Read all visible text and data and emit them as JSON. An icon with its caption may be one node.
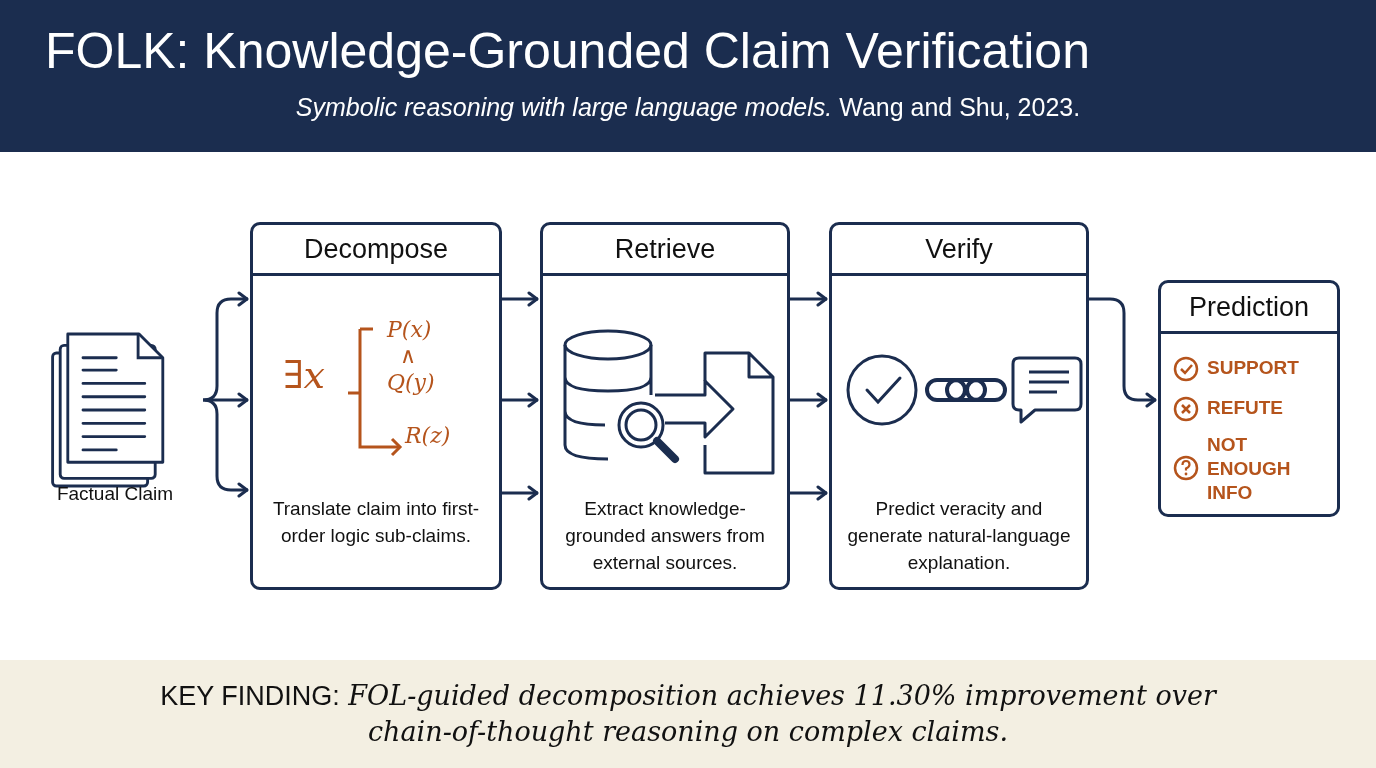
{
  "diagram": {
    "title": "FOLK: Knowledge-Grounded Claim Verification",
    "nodes": [
      {
        "text": [
          "Factual Claim"
        ]
      },
      {
        "text": [
          "Decompose",
          "∃x",
          "P(x)",
          "∧",
          "Q(y)",
          "R(z)",
          "Translate claim into first-order logic sub-claims."
        ]
      },
      {
        "text": [
          "Retrieve",
          "Extract knowledge-grounded answers from external sources."
        ]
      },
      {
        "text": [
          "Verify",
          "Predict veracity and generate natural-language explanation."
        ]
      },
      {
        "text": [
          "Prediction",
          "SUPPORT",
          "REFUTE",
          "NOT ENOUGH INFO"
        ]
      }
    ],
    "edges": [
      {
        "from": 0,
        "to": 1,
        "arrow": "to"
      },
      {
        "from": 0,
        "to": 1,
        "arrow": "to"
      },
      {
        "from": 0,
        "to": 1,
        "arrow": "to"
      },
      {
        "from": 1,
        "to": 2,
        "arrow": "to"
      },
      {
        "from": 1,
        "to": 2,
        "arrow": "to"
      },
      {
        "from": 1,
        "to": 2,
        "arrow": "to"
      },
      {
        "from": 2,
        "to": 3,
        "arrow": "to"
      },
      {
        "from": 2,
        "to": 3,
        "arrow": "to"
      },
      {
        "from": 2,
        "to": 3,
        "arrow": "to"
      },
      {
        "from": 3,
        "to": 4,
        "arrow": "to"
      }
    ],
    "labels": [
      "*Symbolic reasoning with large language models.* Wang and Shu, 2023.",
      "**KEY FINDING:** *FOL-guided decomposition achieves 11.30% improvement over chain-of-thought reasoning on complex claims.*"
    ]
  }
}
